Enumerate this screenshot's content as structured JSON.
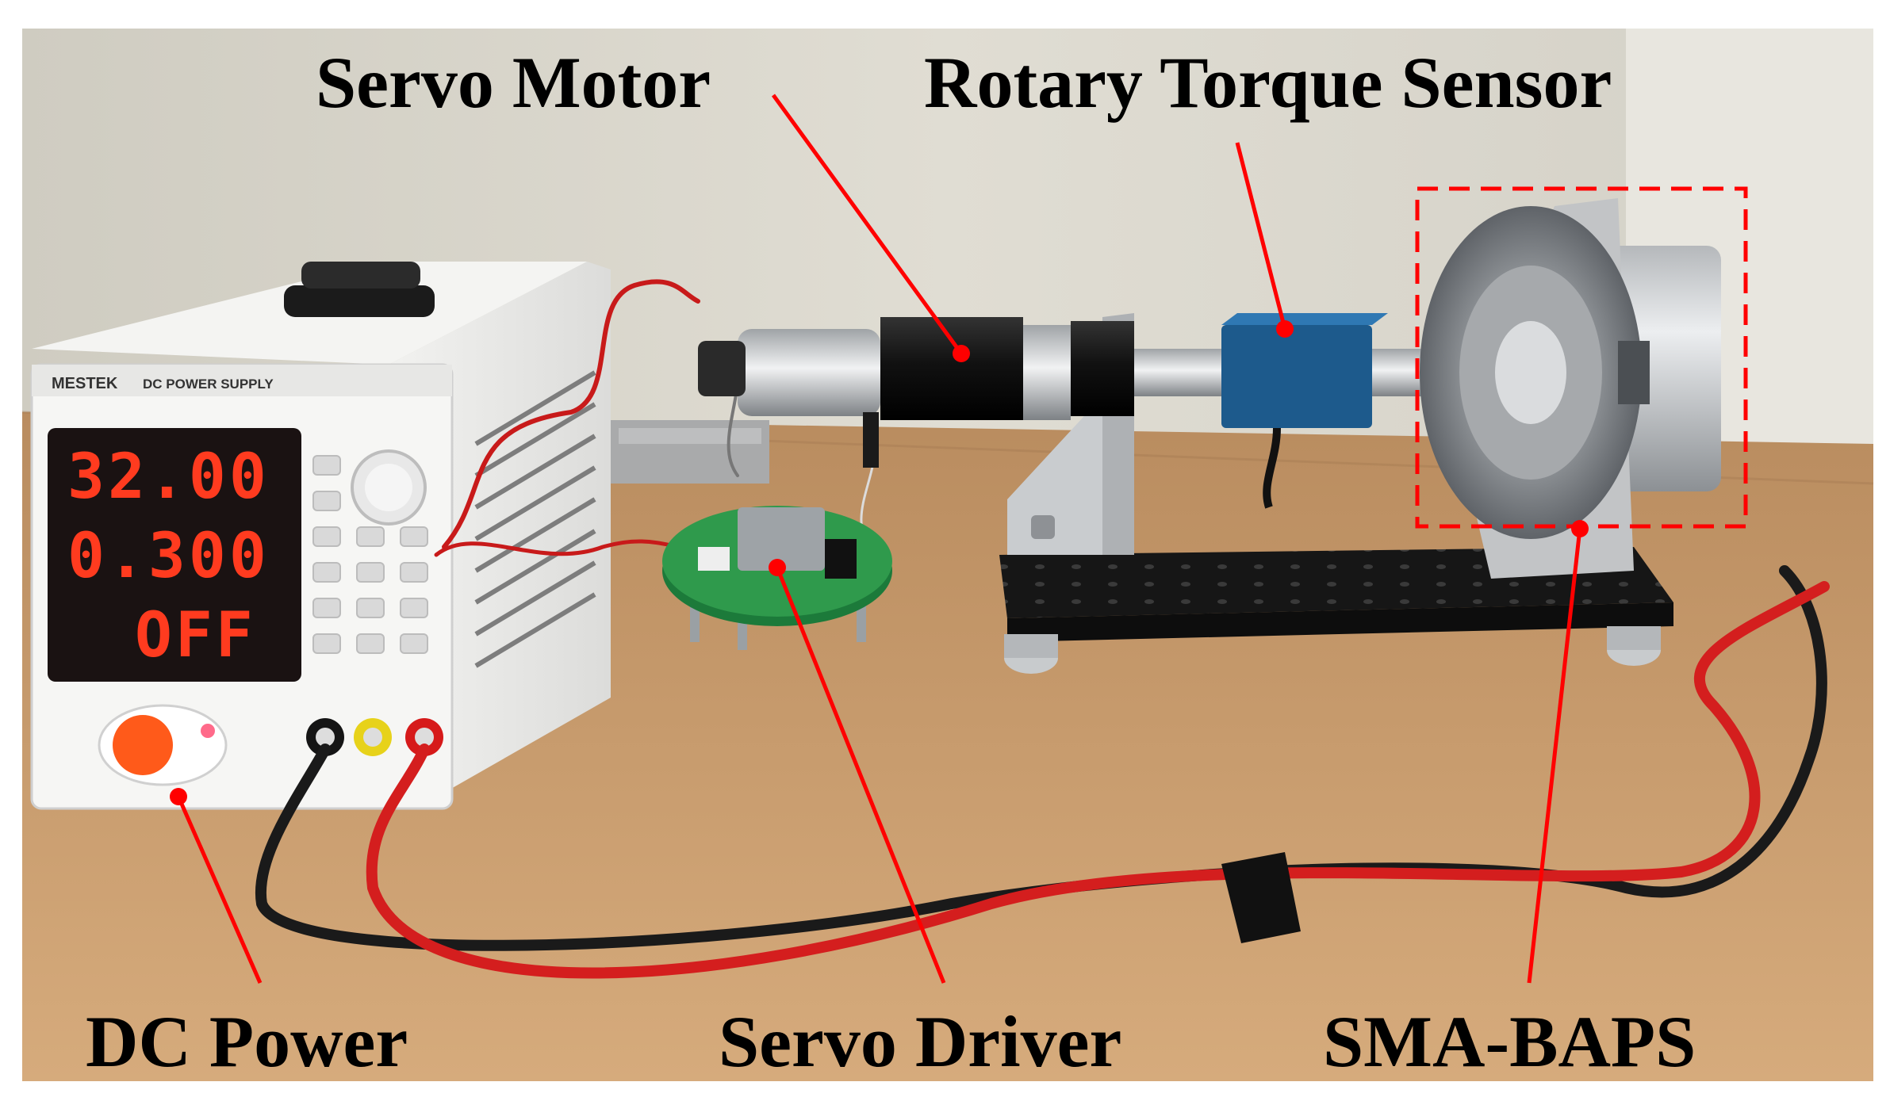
{
  "labels": {
    "servo_motor": "Servo Motor",
    "rotary_torque_sensor": "Rotary Torque Sensor",
    "dc_power": "DC Power",
    "servo_driver": "Servo Driver",
    "sma_baps": "SMA-BAPS"
  },
  "power_supply": {
    "brand": "MESTEK",
    "model_text": "DC POWER SUPPLY",
    "voltage_display": "32.00",
    "current_display": "0.300",
    "output_display": "OFF"
  },
  "colors": {
    "annotation_red": "#ff0000",
    "lcd_red": "#ff3b1f",
    "wall": "#d9d6cb",
    "table": "#c79a6b",
    "label_text": "#000000"
  }
}
